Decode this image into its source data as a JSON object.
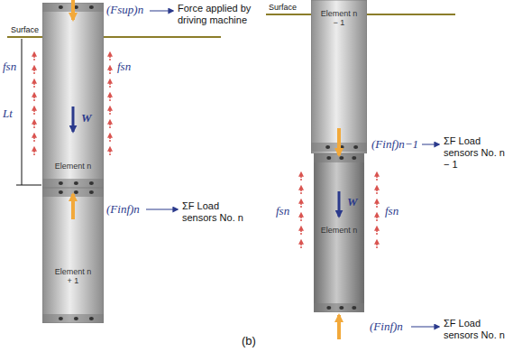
{
  "diagram": {
    "caption": "(b)",
    "nodes": [
      {
        "text": [
          "Element n"
        ]
      },
      {
        "text": [
          "Element n + 1"
        ]
      },
      {
        "text": [
          "Element n − 1"
        ]
      },
      {
        "text": [
          "Element n"
        ]
      }
    ],
    "labels": [
      "Surface",
      "(Fsup)n",
      "Force applied by driving machine",
      "fsn",
      "fsn",
      "W",
      "Lt",
      "(Finf)n",
      "ΣF Load sensors No. n",
      "Surface",
      "(Finf)n−1",
      "ΣF Load sensors No. n − 1",
      "fsn",
      "fsn",
      "W",
      "(Finf)n",
      "ΣF Load sensors No. n"
    ]
  }
}
